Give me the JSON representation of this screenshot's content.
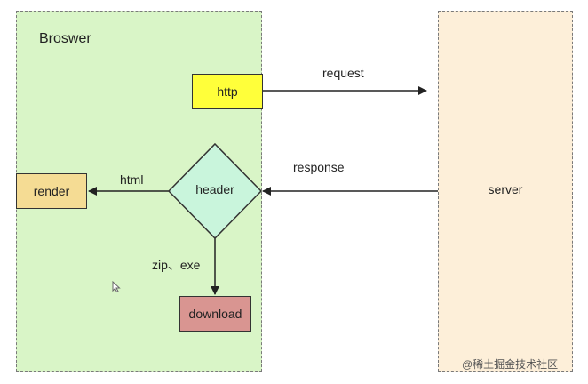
{
  "browser": {
    "title": "Broswer"
  },
  "server": {
    "label": "server"
  },
  "nodes": {
    "http": "http",
    "header": "header",
    "render": "render",
    "download": "download"
  },
  "edges": {
    "request": "request",
    "response": "response",
    "html": "html",
    "zip": "zip、exe"
  },
  "watermark": "@稀土掘金技术社区",
  "colors": {
    "browser_fill": "#d9f5c7",
    "server_fill": "#fdefd9",
    "http_fill": "#ffff3a",
    "header_fill": "#c9f5dc",
    "render_fill": "#f5dc94",
    "download_fill": "#d99591"
  },
  "icons": {
    "cursor": "pointer-cursor-icon"
  }
}
